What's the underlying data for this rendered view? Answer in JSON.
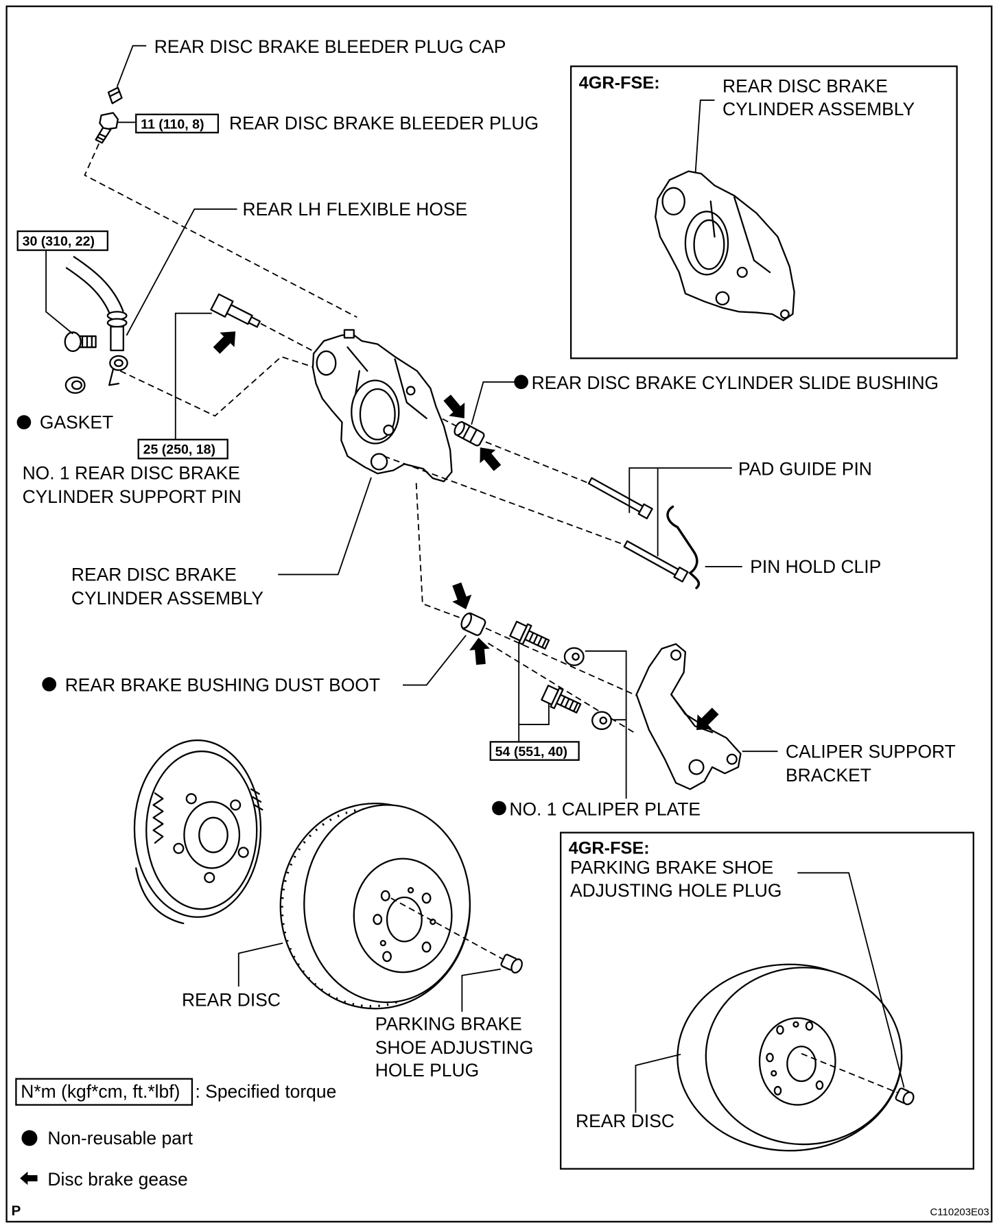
{
  "diagram": {
    "bleeder_plug_cap": "REAR DISC BRAKE BLEEDER PLUG CAP",
    "bleeder_plug": "REAR DISC BRAKE BLEEDER PLUG",
    "bleeder_plug_torque": "11 (110, 8)",
    "flexible_hose": "REAR LH FLEXIBLE HOSE",
    "union_bolt_torque": "30 (310, 22)",
    "gasket": "GASKET",
    "support_pin_torque": "25 (250, 18)",
    "support_pin": [
      "NO. 1 REAR DISC BRAKE",
      "CYLINDER SUPPORT PIN"
    ],
    "cylinder_assembly": [
      "REAR DISC BRAKE",
      "CYLINDER ASSEMBLY"
    ],
    "slide_bushing": "REAR DISC BRAKE CYLINDER SLIDE BUSHING",
    "pad_guide_pin": "PAD GUIDE PIN",
    "pin_hold_clip": "PIN HOLD CLIP",
    "dust_boot": "REAR BRAKE BUSHING DUST BOOT",
    "bracket_bolt_torque": "54 (551, 40)",
    "caliper_support_bracket": [
      "CALIPER SUPPORT",
      "BRACKET"
    ],
    "caliper_plate": "NO. 1 CALIPER PLATE",
    "rear_disc": "REAR DISC",
    "adjusting_hole_plug": [
      "PARKING BRAKE",
      "SHOE ADJUSTING",
      "HOLE PLUG"
    ]
  },
  "insets": [
    {
      "engine": "4GR-FSE:",
      "label": [
        "REAR DISC BRAKE",
        "CYLINDER ASSEMBLY"
      ]
    },
    {
      "engine": "4GR-FSE:",
      "label": [
        "PARKING BRAKE SHOE",
        "ADJUSTING HOLE PLUG"
      ],
      "disc_label": "REAR DISC"
    }
  ],
  "legend": {
    "torque_unit": "N*m (kgf*cm, ft.*lbf)",
    "torque_desc": ": Specified torque",
    "non_reusable": "Non-reusable part",
    "grease": "Disc brake gease"
  },
  "footer": {
    "section": "P",
    "figure_id": "C110203E03"
  },
  "icons": {
    "non_reusable": "filled-circle-icon",
    "grease": "grease-arrow-icon"
  }
}
